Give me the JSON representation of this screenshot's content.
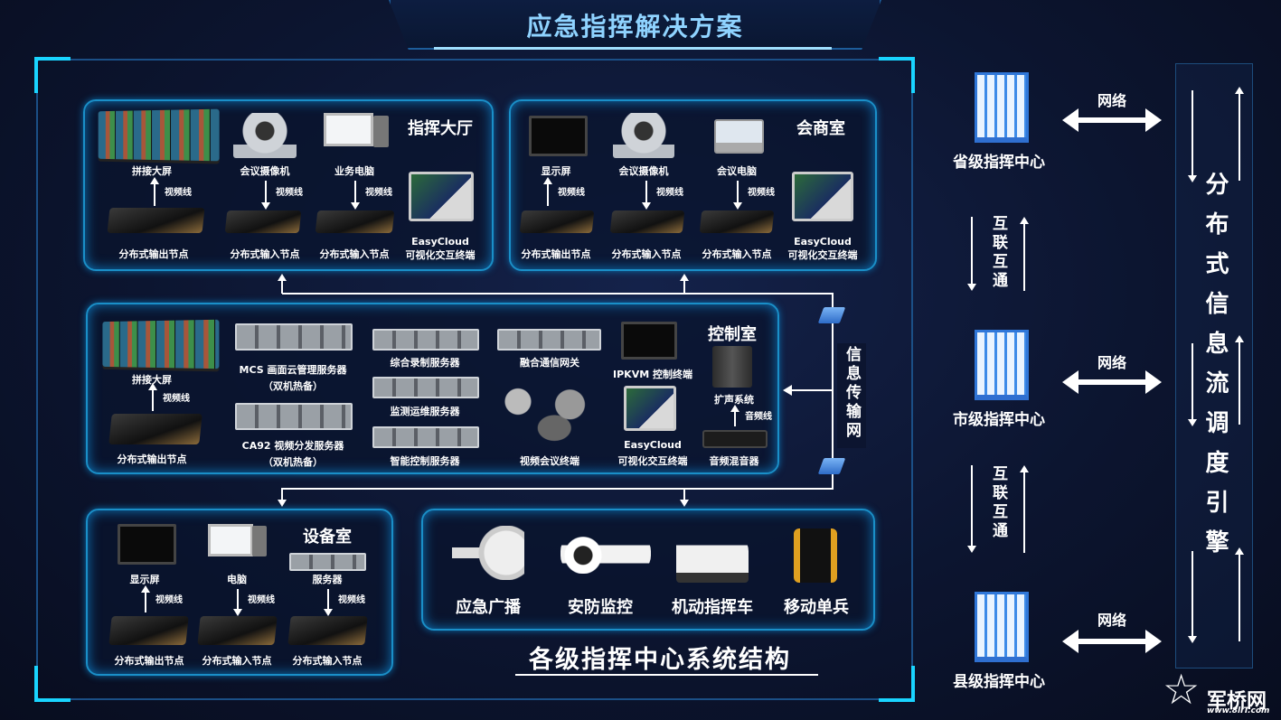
{
  "header": {
    "title": "应急指挥解决方案"
  },
  "footer_title": "各级指挥中心系统结构",
  "command_hall": {
    "title": "指挥大厅",
    "items": {
      "videowall": "拼接大屏",
      "camera": "会议摄像机",
      "pc": "业务电脑",
      "out_node": "分布式输出节点",
      "in_node1": "分布式输入节点",
      "in_node2": "分布式输入节点",
      "cable1": "视频线",
      "cable2": "视频线",
      "cable3": "视频线",
      "ec1": "EasyCloud",
      "ec2": "可视化交互终端"
    }
  },
  "consult_room": {
    "title": "会商室",
    "items": {
      "display": "显示屏",
      "camera": "会议摄像机",
      "laptop": "会议电脑",
      "out_node": "分布式输出节点",
      "in_node1": "分布式输入节点",
      "in_node2": "分布式输入节点",
      "cable1": "视频线",
      "cable2": "视频线",
      "cable3": "视频线",
      "ec1": "EasyCloud",
      "ec2": "可视化交互终端"
    }
  },
  "control_room": {
    "title": "控制室",
    "items": {
      "videowall": "拼接大屏",
      "cable": "视频线",
      "out_node": "分布式输出节点",
      "mcs": "MCS 画面云管理服务器",
      "mcs_note": "（双机热备）",
      "ca92": "CA92 视频分发服务器",
      "ca92_note": "（双机热备）",
      "record": "综合录制服务器",
      "monitor": "监测运维服务器",
      "control": "智能控制服务器",
      "gateway": "融合通信网关",
      "vc": "视频会议终端",
      "ipkvm": "IPKVM 控制终端",
      "ec1": "EasyCloud",
      "ec2": "可视化交互终端",
      "speaker": "扩声系统",
      "audio_cable": "音频线",
      "mixer": "音频混音器"
    }
  },
  "equipment_room": {
    "title": "设备室",
    "items": {
      "display": "显示屏",
      "pc": "电脑",
      "server": "服务器",
      "out_node": "分布式输出节点",
      "in_node1": "分布式输入节点",
      "in_node2": "分布式输入节点",
      "cable1": "视频线",
      "cable2": "视频线",
      "cable3": "视频线"
    }
  },
  "endpoints": {
    "items": [
      "应急广播",
      "安防监控",
      "机动指挥车",
      "移动单兵"
    ]
  },
  "network": {
    "label": "信息传输网"
  },
  "hierarchy": {
    "levels": [
      "省级指挥中心",
      "市级指挥中心",
      "县级指挥中心"
    ],
    "network_label": "网络",
    "interconnect": "互联互通"
  },
  "engine": {
    "label": "分布式信息流调度引擎"
  },
  "logo": {
    "name": "军桥网",
    "url": "www.8lIT.com"
  }
}
